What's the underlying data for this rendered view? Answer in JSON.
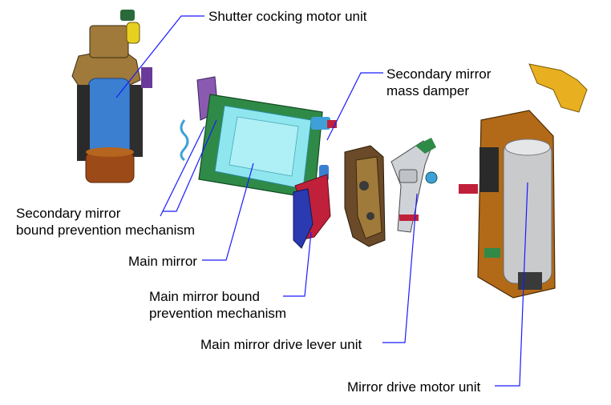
{
  "diagram": {
    "labels": {
      "shutter_cocking_motor_unit": "Shutter cocking motor unit",
      "secondary_mirror_mass_damper": [
        "Secondary mirror",
        "mass damper"
      ],
      "secondary_mirror_bound_prevention": [
        "Secondary mirror",
        "bound prevention mechanism"
      ],
      "main_mirror": "Main mirror",
      "main_mirror_bound_prevention": [
        "Main mirror bound",
        "prevention mechanism"
      ],
      "main_mirror_drive_lever_unit": "Main mirror drive lever unit",
      "mirror_drive_motor_unit": "Mirror drive motor unit"
    },
    "colors": {
      "leader_line": "#1a1aff",
      "motor_blue": "#3b7fd0",
      "copper": "#b5651d",
      "bronze": "#a07a3a",
      "frame_green": "#2f8a48",
      "glass_cyan": "#8fe6ef",
      "lever_red": "#c0203a",
      "bracket_yellow": "#e8b020",
      "motor_gray": "#c8cacc",
      "dark_part": "#3a3a3a"
    }
  }
}
